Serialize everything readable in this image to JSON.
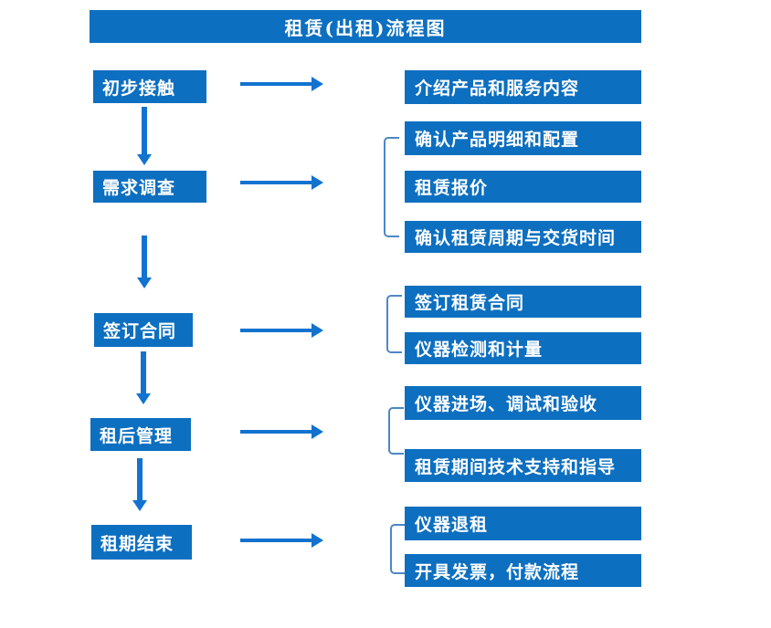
{
  "title": "租赁(出租)流程图",
  "colors": {
    "background": "#ffffff",
    "box_fill": "#0d6fc0",
    "arrow": "#1173cf",
    "bracket": "#4d87c6",
    "text": "#ffffff"
  },
  "steps": [
    {
      "label": "初步接触",
      "outputs": [
        "介绍产品和服务内容"
      ]
    },
    {
      "label": "需求调查",
      "outputs": [
        "确认产品明细和配置",
        "租赁报价",
        "确认租赁周期与交货时间"
      ]
    },
    {
      "label": "签订合同",
      "outputs": [
        "签订租赁合同",
        "仪器检测和计量"
      ]
    },
    {
      "label": "租后管理",
      "outputs": [
        "仪器进场、调试和验收",
        "租赁期间技术支持和指导"
      ]
    },
    {
      "label": "租期结束",
      "outputs": [
        "仪器退租",
        "开具发票，付款流程"
      ]
    }
  ]
}
